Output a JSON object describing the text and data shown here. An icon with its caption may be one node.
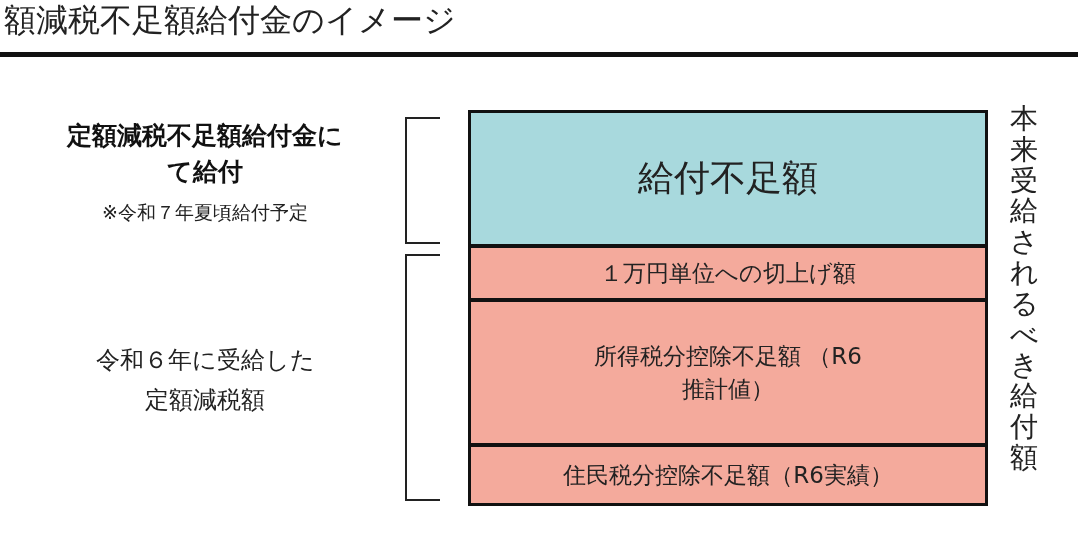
{
  "diagram": {
    "title": "額減税不足額給付金のイメージ",
    "nodes": [
      {
        "text": [
          "給付不足額"
        ]
      },
      {
        "text": [
          "１万円単位への切上げ額"
        ]
      },
      {
        "text": [
          "所得税分控除不足額 （R6推計値）"
        ]
      },
      {
        "text": [
          "住民税分控除不足額（R6実績）"
        ]
      }
    ],
    "labels": [
      "定額減税不足額給付金にて給付",
      "※令和７年夏頃給付予定",
      "令和６年に受給した定額減税額",
      "本来受給されるべき給付額"
    ]
  }
}
